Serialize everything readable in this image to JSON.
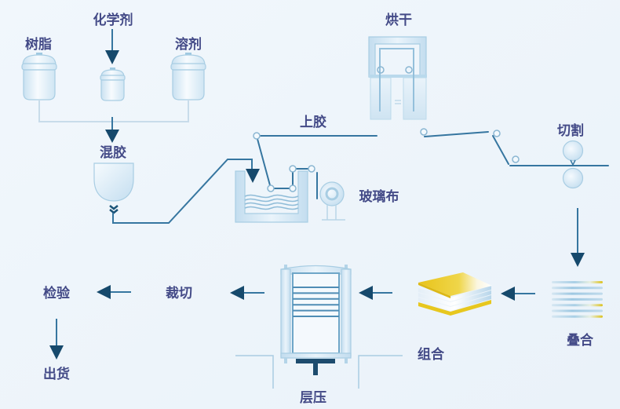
{
  "diagram": {
    "type": "process-flow",
    "labels": {
      "resin": "树脂",
      "chemical": "化学剂",
      "solvent": "溶剂",
      "mixing": "混胶",
      "gluing": "上胶",
      "glass_cloth": "玻璃布",
      "drying": "烘干",
      "cutting": "切割",
      "stacking": "叠合",
      "assembly": "组合",
      "lamination": "层压",
      "trimming": "裁切",
      "inspection": "检验",
      "shipping": "出货"
    },
    "flow": [
      [
        "resin",
        "mixing"
      ],
      [
        "chemical",
        "mixing"
      ],
      [
        "solvent",
        "mixing"
      ],
      [
        "mixing",
        "gluing"
      ],
      [
        "glass_cloth",
        "gluing"
      ],
      [
        "gluing",
        "drying"
      ],
      [
        "drying",
        "cutting"
      ],
      [
        "cutting",
        "stacking"
      ],
      [
        "stacking",
        "assembly"
      ],
      [
        "assembly",
        "lamination"
      ],
      [
        "lamination",
        "trimming"
      ],
      [
        "trimming",
        "inspection"
      ],
      [
        "inspection",
        "shipping"
      ]
    ],
    "stack_layers": [
      "yellow",
      "blue",
      "blue",
      "blue",
      "yellow",
      "blue",
      "yellow"
    ],
    "press_plates": 6,
    "colors": {
      "background": "#eef4fa",
      "label": "#434a87",
      "arrow_head": "#16496c",
      "arrow_line": "#3676a0",
      "equipment": "#a8cde3",
      "equipment_fill": "#dcecf7",
      "accent_yellow": "#e6c51c",
      "web": "#3676a0"
    }
  }
}
